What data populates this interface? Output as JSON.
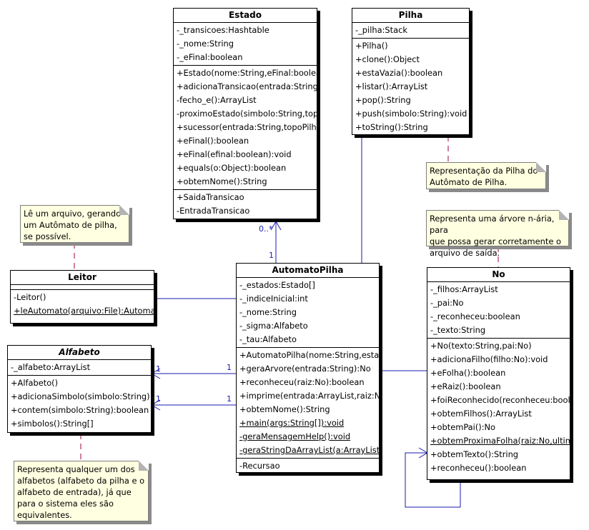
{
  "classes": {
    "estado": {
      "name": "Estado",
      "attributes": [
        "-_transicoes:Hashtable",
        "-_nome:String",
        "-_eFinal:boolean"
      ],
      "operations": [
        "+Estado(nome:String,eFinal:boolea",
        "+adicionaTransicao(entrada:String",
        "-fecho_e():ArrayList",
        "-proximoEstado(simbolo:String,topo",
        "+sucessor(entrada:String,topoPilha",
        "+eFinal():boolean",
        "+eFinal(efinal:boolean):void",
        "+equals(o:Object):boolean",
        "+obtemNome():String"
      ],
      "inner": [
        "+SaidaTransicao",
        "-EntradaTransicao"
      ]
    },
    "pilha": {
      "name": "Pilha",
      "attributes": [
        "-_pilha:Stack"
      ],
      "operations": [
        "+Pilha()",
        "+clone():Object",
        "+estaVazia():boolean",
        "+listar():ArrayList",
        "+pop():String",
        "+push(simbolo:String):void",
        "+toString():String"
      ]
    },
    "leitor": {
      "name": "Leitor",
      "attributes": [],
      "operations": [
        "-Leitor()",
        "+leAutomato(arquivo:File):Automato"
      ]
    },
    "automato": {
      "name": "AutomatoPilha",
      "attributes": [
        "-_estados:Estado[]",
        "-_indiceInicial:int",
        "-_nome:String",
        "-_sigma:Alfabeto",
        "-_tau:Alfabeto"
      ],
      "operations": [
        "+AutomatoPilha(nome:String,estad",
        "+geraArvore(entrada:String):No",
        "+reconheceu(raiz:No):boolean",
        "+imprime(entrada:ArrayList,raiz:No",
        "+obtemNome():String",
        "+main(args:String[]):void",
        "-geraMensagemHelp():void",
        "-geraStringDaArrayList(a:ArrayList):"
      ],
      "inner": [
        "-Recursao"
      ]
    },
    "alfabeto": {
      "name": "Alfabeto",
      "attributes": [
        "-_alfabeto:ArrayList"
      ],
      "operations": [
        "+Alfabeto()",
        "+adicionaSimbolo(simbolo:String):",
        "+contem(simbolo:String):boolean",
        "+simbolos():String[]"
      ]
    },
    "no": {
      "name": "No",
      "attributes": [
        "-_filhos:ArrayList",
        "-_pai:No",
        "-_reconheceu:boolean",
        "-_texto:String"
      ],
      "operations": [
        "+No(texto:String,pai:No)",
        "+adicionaFilho(filho:No):void",
        "+eFolha():boolean",
        "+eRaiz():boolean",
        "+foiReconhecido(reconheceu:boole",
        "+obtemFilhos():ArrayList",
        "+obtemPai():No",
        "+obtemProximaFolha(raiz:No,ultim",
        "+obtemTexto():String",
        "+reconheceu():boolean"
      ]
    }
  },
  "notes": {
    "pilha": [
      "Representação da Pilha do",
      "Autômato de Pilha."
    ],
    "leitor": [
      "Lê um arquivo, gerando",
      "um Autômato de pilha,",
      "se possível."
    ],
    "no": [
      "Representa uma árvore n-ária, para",
      "que possa gerar corretamente o",
      "arquivo de saída."
    ],
    "alfabeto": [
      "Representa qualquer um dos",
      "alfabetos (alfabeto da pilha e o",
      "alfabeto de entrada), já que",
      "para o sistema eles são",
      "equivalentes."
    ]
  },
  "multiplicities": {
    "estado_many": "0..*",
    "estado_one": "1",
    "alfabeto_near_1": "1",
    "alfabeto_near_2": "1",
    "automato_sigma": "1",
    "automato_tau": "1"
  },
  "colors": {
    "edge": "#1a1ab3",
    "note_fill": "#ffffe1",
    "note_link": "#a0004b"
  }
}
